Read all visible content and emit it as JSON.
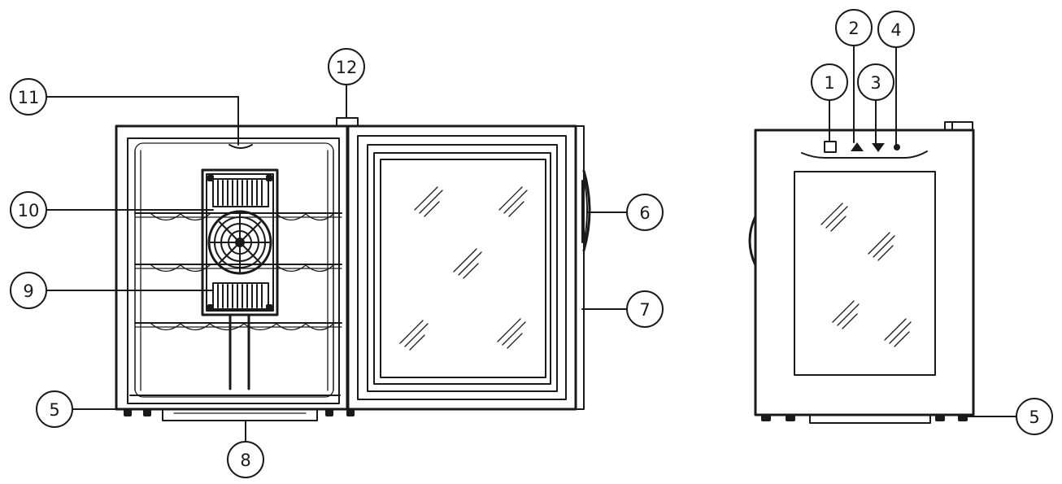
{
  "callouts": [
    {
      "id": "1",
      "label": "1"
    },
    {
      "id": "2",
      "label": "2"
    },
    {
      "id": "3",
      "label": "3"
    },
    {
      "id": "4",
      "label": "4"
    },
    {
      "id": "5a",
      "label": "5"
    },
    {
      "id": "5b",
      "label": "5"
    },
    {
      "id": "6",
      "label": "6"
    },
    {
      "id": "7",
      "label": "7"
    },
    {
      "id": "8",
      "label": "8"
    },
    {
      "id": "9",
      "label": "9"
    },
    {
      "id": "10",
      "label": "10"
    },
    {
      "id": "11",
      "label": "11"
    },
    {
      "id": "12",
      "label": "12"
    }
  ],
  "colors": {
    "line": "#1a1a1a",
    "background": "#ffffff"
  }
}
